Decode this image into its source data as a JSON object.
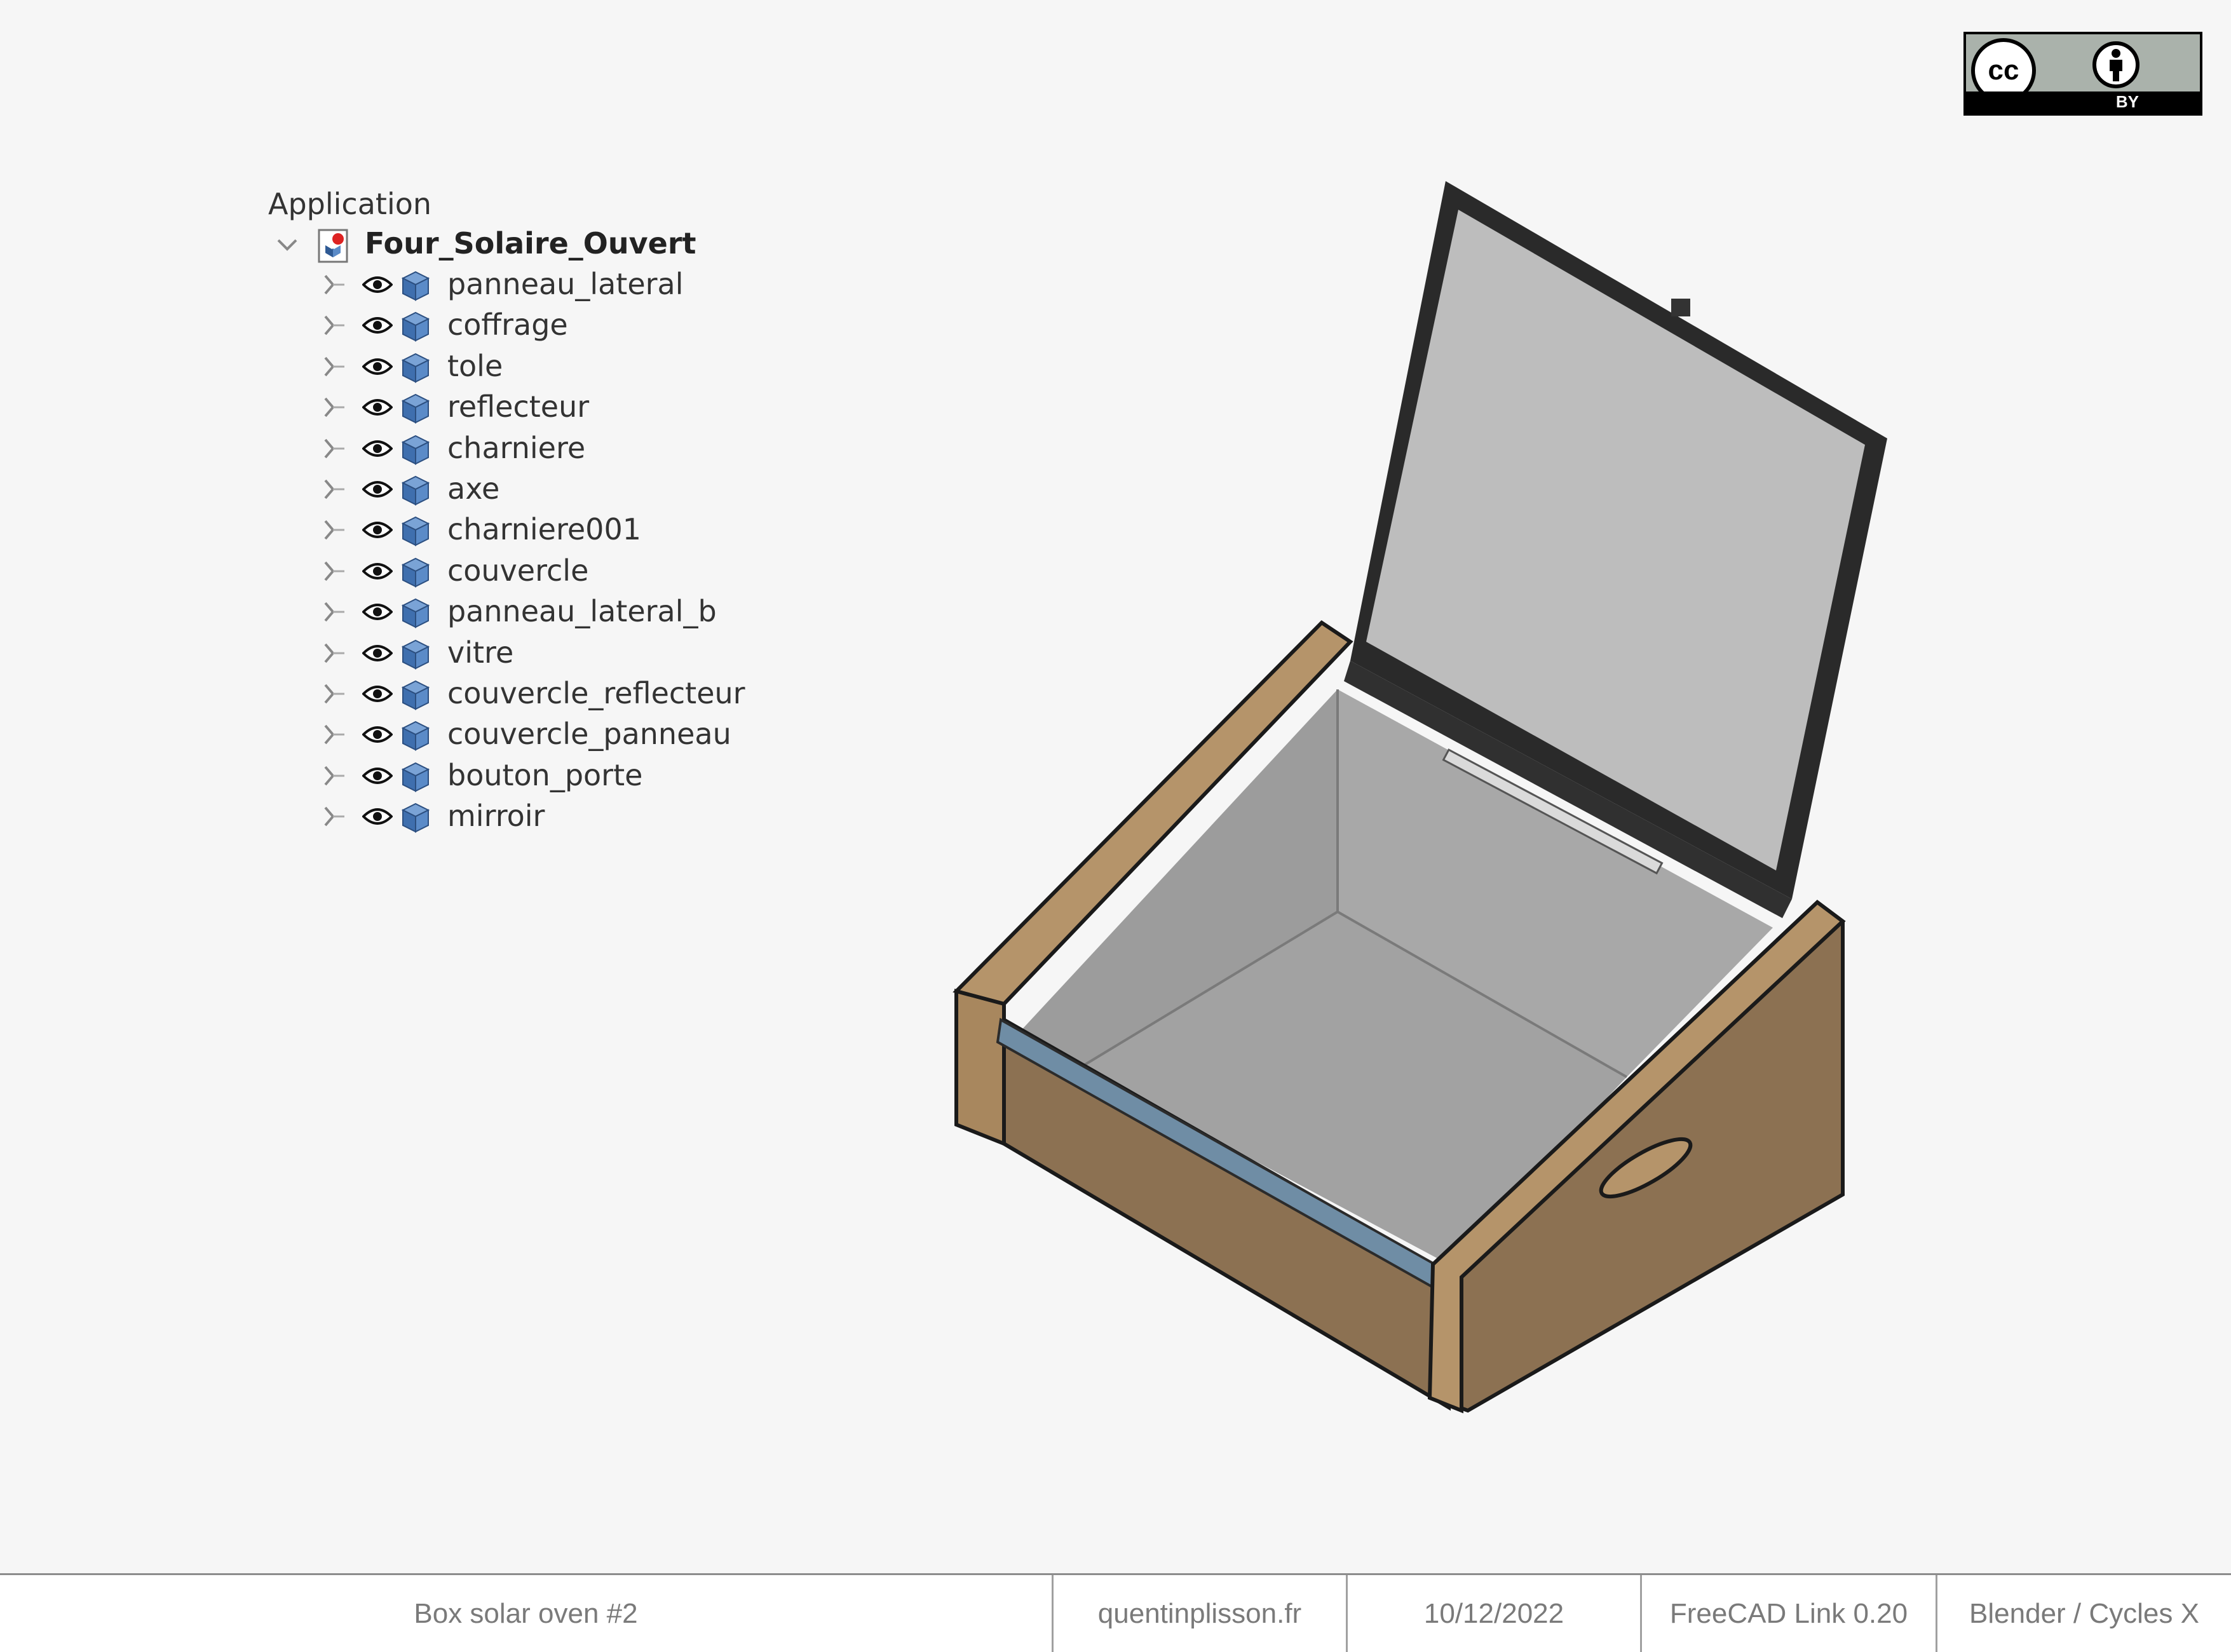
{
  "license": {
    "by_label": "BY",
    "cc_label": "cc"
  },
  "tree": {
    "root_label": "Application",
    "document": {
      "label": "Four_Solaire_Ouvert"
    },
    "items": [
      {
        "label": "panneau_lateral"
      },
      {
        "label": "coffrage"
      },
      {
        "label": "tole"
      },
      {
        "label": "reflecteur"
      },
      {
        "label": "charniere"
      },
      {
        "label": "axe"
      },
      {
        "label": "charniere001"
      },
      {
        "label": "couvercle"
      },
      {
        "label": "panneau_lateral_b"
      },
      {
        "label": "vitre"
      },
      {
        "label": "couvercle_reflecteur"
      },
      {
        "label": "couvercle_panneau"
      },
      {
        "label": "bouton_porte"
      },
      {
        "label": "mirroir"
      }
    ]
  },
  "footer": {
    "title": "Box solar oven #2",
    "site": "quentinplisson.fr",
    "date": "10/12/2022",
    "tool1": "FreeCAD Link 0.20",
    "tool2": "Blender / Cycles X"
  },
  "colors": {
    "wood_light": "#b5946a",
    "wood_dark": "#8c7152",
    "metal": "#a6a6a6",
    "glass_strip": "#6f8da5",
    "part_icon": "#4f7fb8"
  }
}
